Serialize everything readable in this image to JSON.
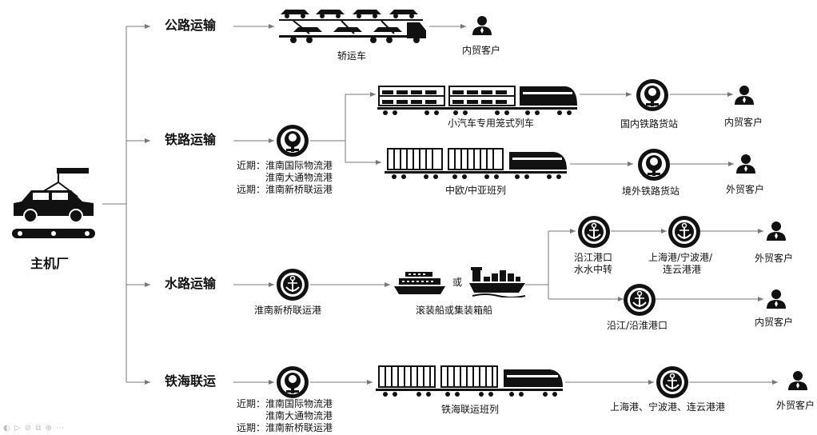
{
  "plant": {
    "label": "主机厂"
  },
  "modes": {
    "road": "公路运输",
    "rail": "铁路运输",
    "water": "水路运输",
    "railsea": "铁海联运"
  },
  "road": {
    "carrier": "轿运车",
    "customer": "内贸客户"
  },
  "rail": {
    "ports": [
      "近期：淮南国际物流港",
      "淮南大通物流港",
      "远期：淮南新桥联运港"
    ],
    "domestic_train": "小汽车专用笼式列车",
    "domestic_station": "国内铁路货站",
    "domestic_customer": "内贸客户",
    "intl_train": "中欧/中亚班列",
    "intl_station": "境外铁路货站",
    "intl_customer": "外贸客户"
  },
  "water": {
    "port": "淮南新桥联运港",
    "ship_label": "滚装船或集装箱船",
    "or_label": "或",
    "transfer_port": [
      "沿江港口",
      "水水中转"
    ],
    "sea_ports": [
      "上海港/宁波港/",
      "连云港港"
    ],
    "sea_customer": "外贸客户",
    "river_port": "沿江/沿淮港口",
    "river_customer": "内贸客户"
  },
  "railsea": {
    "ports": [
      "近期：淮南国际物流港",
      "淮南大通物流港",
      "远期：淮南新桥联运港"
    ],
    "train": "铁海联运班列",
    "sea_ports": "上海港、宁波港、连云港港",
    "customer": "外贸客户"
  },
  "colors": {
    "line": "#777777",
    "icon": "#111111"
  }
}
